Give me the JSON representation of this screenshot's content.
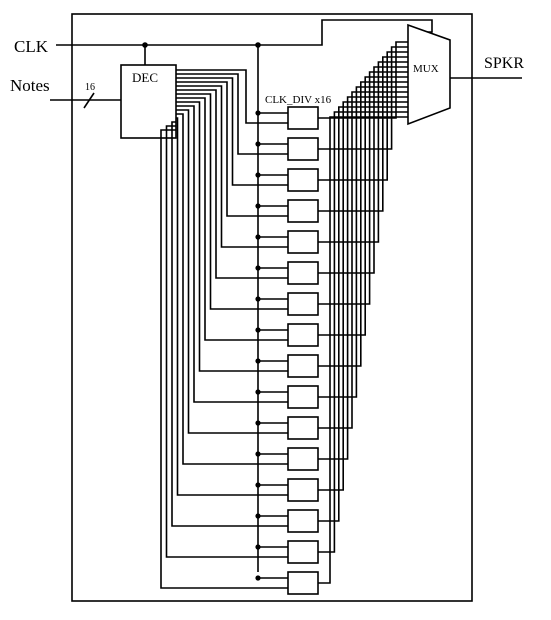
{
  "labels": {
    "clk": "CLK",
    "notes": "Notes",
    "bus_width": "16",
    "decoder": "DEC",
    "divider": "CLK_DIV x16",
    "mux": "MUX",
    "output": "SPKR"
  },
  "divider_count": 16,
  "colors": {
    "line": "#000000",
    "background": "#ffffff"
  }
}
